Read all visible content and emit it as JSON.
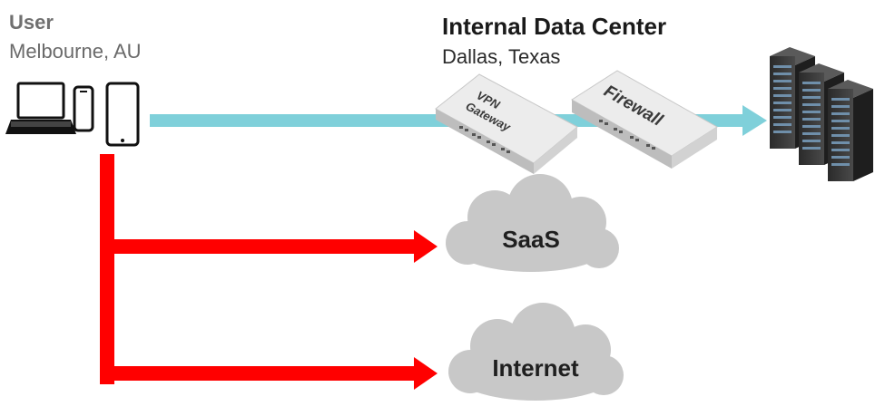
{
  "user": {
    "title": "User",
    "location": "Melbourne, AU"
  },
  "data_center": {
    "title": "Internal Data Center",
    "location": "Dallas, Texas"
  },
  "devices": {
    "vpn_line1": "VPN",
    "vpn_line2": "Gateway",
    "firewall": "Firewall"
  },
  "clouds": {
    "saas": "SaaS",
    "internet": "Internet"
  },
  "colors": {
    "tunnel": "#7fd0da",
    "direct": "#ff0000",
    "cloud": "#c8c8c8",
    "appliance": "#e6e6e6"
  },
  "icons": [
    "laptop-icon",
    "phone-icon",
    "tablet-icon",
    "server-rack-icon"
  ]
}
